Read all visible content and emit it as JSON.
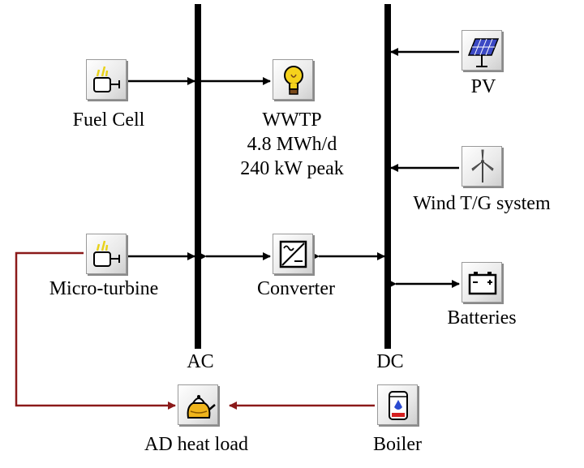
{
  "buses": {
    "ac_label": "AC",
    "dc_label": "DC"
  },
  "components": {
    "fuel_cell": "Fuel Cell",
    "micro_turbine": "Micro-turbine",
    "wwtp": {
      "name": "WWTP",
      "energy": "4.8 MWh/d",
      "peak": "240 kW peak"
    },
    "converter": "Converter",
    "pv": "PV",
    "wind": "Wind T/G system",
    "batteries": "Batteries",
    "heat_load": "AD heat load",
    "boiler": "Boiler"
  },
  "colors": {
    "bus": "#000000",
    "electric_line": "#000000",
    "heat_line": "#8b1a1a"
  }
}
